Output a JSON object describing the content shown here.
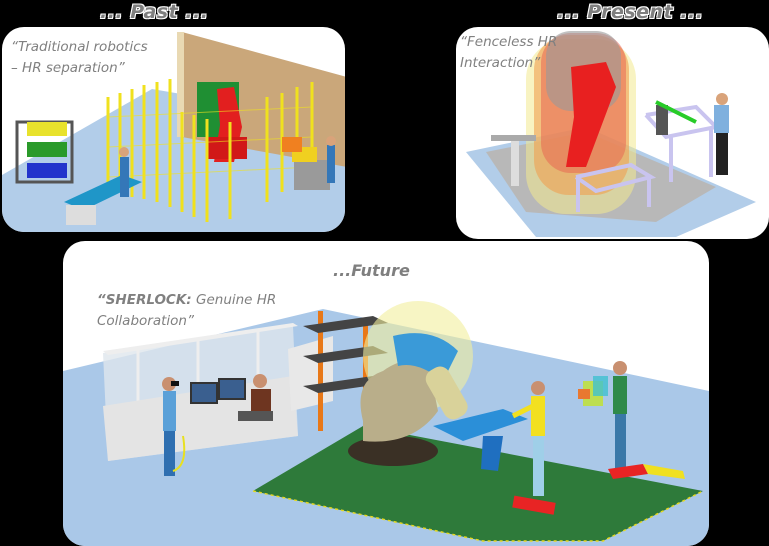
{
  "headings": {
    "past": "... Past ...",
    "present": "... Present ...",
    "future": "...Future"
  },
  "panels": {
    "past": {
      "caption_line1": "“Traditional robotics",
      "caption_line2": "– HR separation”",
      "scene": "Fenced industrial robot cell: yellow safety fences, red robot arm, green cabinet, shelving with yellow/green/blue bins, conveyor belts, operators outside the fence"
    },
    "present": {
      "caption_line1": "“Fenceless HR",
      "caption_line2": "Interaction”",
      "scene": "Red robot arm surrounded by translucent yellow/orange/red safety zone cylinders, lavender workstation tables, operator at table"
    },
    "future": {
      "caption_bold": "“SHERLOCK:",
      "caption_rest": " Genuine HR",
      "caption_line2": "Collaboration”",
      "scene": "Glass-walled control cubicle with monitors and seated operator, VR-headset user, beige mobile robot holding blue tray, exoskeleton workers, green floor mat with red/yellow zone pads"
    }
  },
  "colors": {
    "background": "#000000",
    "panel": "#ffffff",
    "heading_text": "#7f7f7f",
    "caption_text": "#808080",
    "floor": "#aac8e8",
    "fence_yellow": "#f2e628",
    "robot_red": "#e8221e",
    "mat_green": "#2e7a3a"
  }
}
